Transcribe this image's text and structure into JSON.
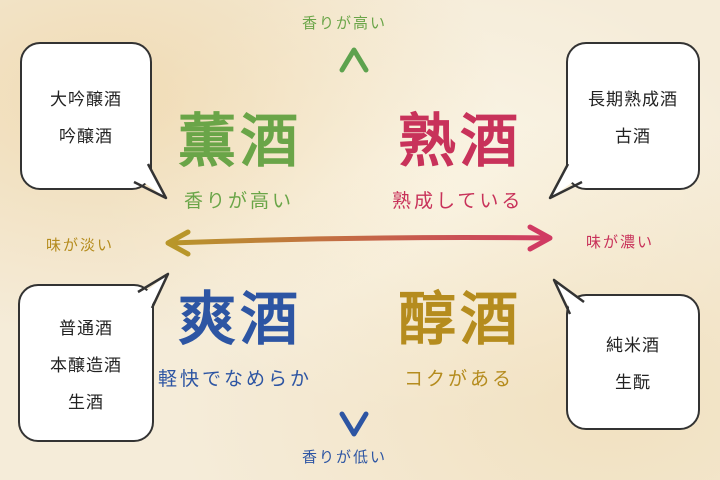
{
  "colors": {
    "green": "#6aa548",
    "red": "#c8325a",
    "blue": "#2d55a3",
    "gold": "#b58c1e",
    "vertical_arrow": "#3a7fb8",
    "arrow_left": "#b8962a",
    "arrow_right": "#d03a62"
  },
  "axis": {
    "top": "香りが高い",
    "bottom": "香りが低い",
    "left": "味が淡い",
    "right": "味が濃い"
  },
  "quadrants": {
    "top_left": {
      "title": "薫酒",
      "subtitle": "香りが高い"
    },
    "top_right": {
      "title": "熟酒",
      "subtitle": "熟成している"
    },
    "bottom_left": {
      "title": "爽酒",
      "subtitle": "軽快でなめらか"
    },
    "bottom_right": {
      "title": "醇酒",
      "subtitle": "コクがある"
    }
  },
  "bubbles": {
    "top_left": [
      "大吟醸酒",
      "吟醸酒"
    ],
    "top_right": [
      "長期熟成酒",
      "古酒"
    ],
    "bottom_left": [
      "普通酒",
      "本醸造酒",
      "生酒"
    ],
    "bottom_right": [
      "純米酒",
      "生酛"
    ]
  }
}
